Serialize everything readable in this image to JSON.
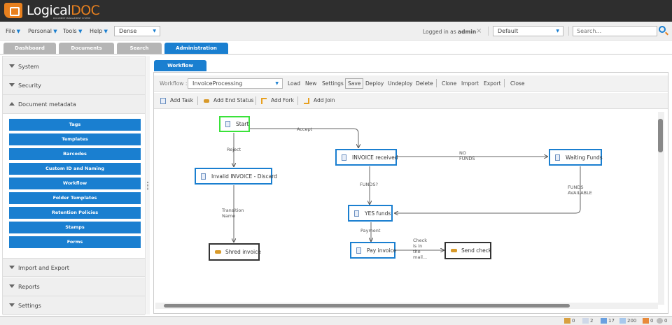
{
  "header": {
    "logo_main": "Logical",
    "logo_accent": "DOC",
    "logo_sub": "DOCUMENT MANAGEMENT SYSTEM"
  },
  "menubar": {
    "items": [
      "File",
      "Personal",
      "Tools",
      "Help"
    ],
    "density": "Dense",
    "logged_in_prefix": "Logged in as",
    "user": "admin",
    "workspace": "Default",
    "search_placeholder": "Search..."
  },
  "tabs": [
    "Dashboard",
    "Documents",
    "Search",
    "Administration"
  ],
  "active_tab": "Administration",
  "sidebar": {
    "sections_top": [
      "System",
      "Security",
      "Document metadata"
    ],
    "items": [
      "Tags",
      "Templates",
      "Barcodes",
      "Custom ID and Naming",
      "Workflow",
      "Folder Templates",
      "Retention Policies",
      "Stamps",
      "Forms"
    ],
    "sections_bottom": [
      "Import and Export",
      "Reports",
      "Settings"
    ]
  },
  "workflow": {
    "tab": "Workflow",
    "label": "Workflow :",
    "selected": "InvoiceProcessing",
    "actions": [
      "Load",
      "New",
      "Settings",
      "Save",
      "Deploy",
      "Undeploy",
      "Delete",
      "Clone",
      "Import",
      "Export",
      "Close"
    ],
    "tools": [
      "Add Task",
      "Add End Status",
      "Add Fork",
      "Add Join"
    ],
    "nodes": {
      "start": "Start",
      "invoice_received": "INVOICE received",
      "waiting_funds": "Waiting Funds",
      "invalid": "Invalid INVOICE - Discard",
      "yes_funds": "YES funds",
      "pay_invoice": "Pay invoice",
      "shred": "Shred invoice",
      "send_check": "Send check"
    },
    "transitions": {
      "accept": "Accept",
      "reject": "Reject",
      "no_funds": "NO\nFUNDS",
      "funds_q": "FUNDS?",
      "funds_available": "FUNDS\nAVAILABLE",
      "transition_name": "Transition\nName",
      "payment": "Payment",
      "check_mail": "Check\nis in\nthe\nmail..."
    }
  },
  "status": {
    "counts": [
      "0",
      "2",
      "17",
      "200",
      "0",
      "0"
    ]
  },
  "colors": {
    "accent": "#1a7fd0",
    "brand": "#e8801e",
    "start_node": "#3ae23a"
  }
}
